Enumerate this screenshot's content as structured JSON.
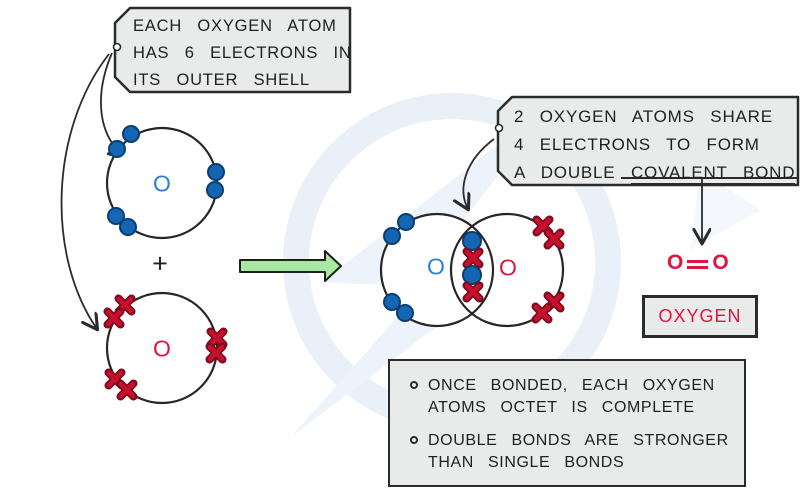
{
  "colors": {
    "electron_blue": "#1466b2",
    "symbol_blue": "#2a7fd6",
    "electron_red": "#c8102e",
    "symbol_red": "#e0143c",
    "arrow_green_fill": "#a9e8a2",
    "note_box_fill": "#e9eaea",
    "ink": "#1f1f1f",
    "watermark_blue": "#e9f0f8"
  },
  "note_electrons": {
    "line1": "EACH OXYGEN ATOM",
    "line2": "HAS 6 ELECTRONS IN",
    "line3": "ITS OUTER SHELL"
  },
  "note_share": {
    "line1": "2 OXYGEN ATOMS SHARE",
    "line2": "4 ELECTRONS TO FORM",
    "line3_prefix": "A DOUBLE",
    "line3_underlined": "COVALENT BOND"
  },
  "reactants": {
    "atom1_symbol": "O",
    "atom2_symbol": "O",
    "plus_sign": "+"
  },
  "product": {
    "left_symbol": "O",
    "right_symbol": "O",
    "formula_left": "O",
    "formula_right": "O",
    "name_label": "OXYGEN"
  },
  "note_summary": {
    "items": [
      {
        "line1": "ONCE BONDED, EACH OXYGEN",
        "line2": "ATOMS OCTET IS COMPLETE"
      },
      {
        "line1": "DOUBLE BONDS ARE STRONGER",
        "line2": "THAN SINGLE BONDS"
      }
    ]
  }
}
